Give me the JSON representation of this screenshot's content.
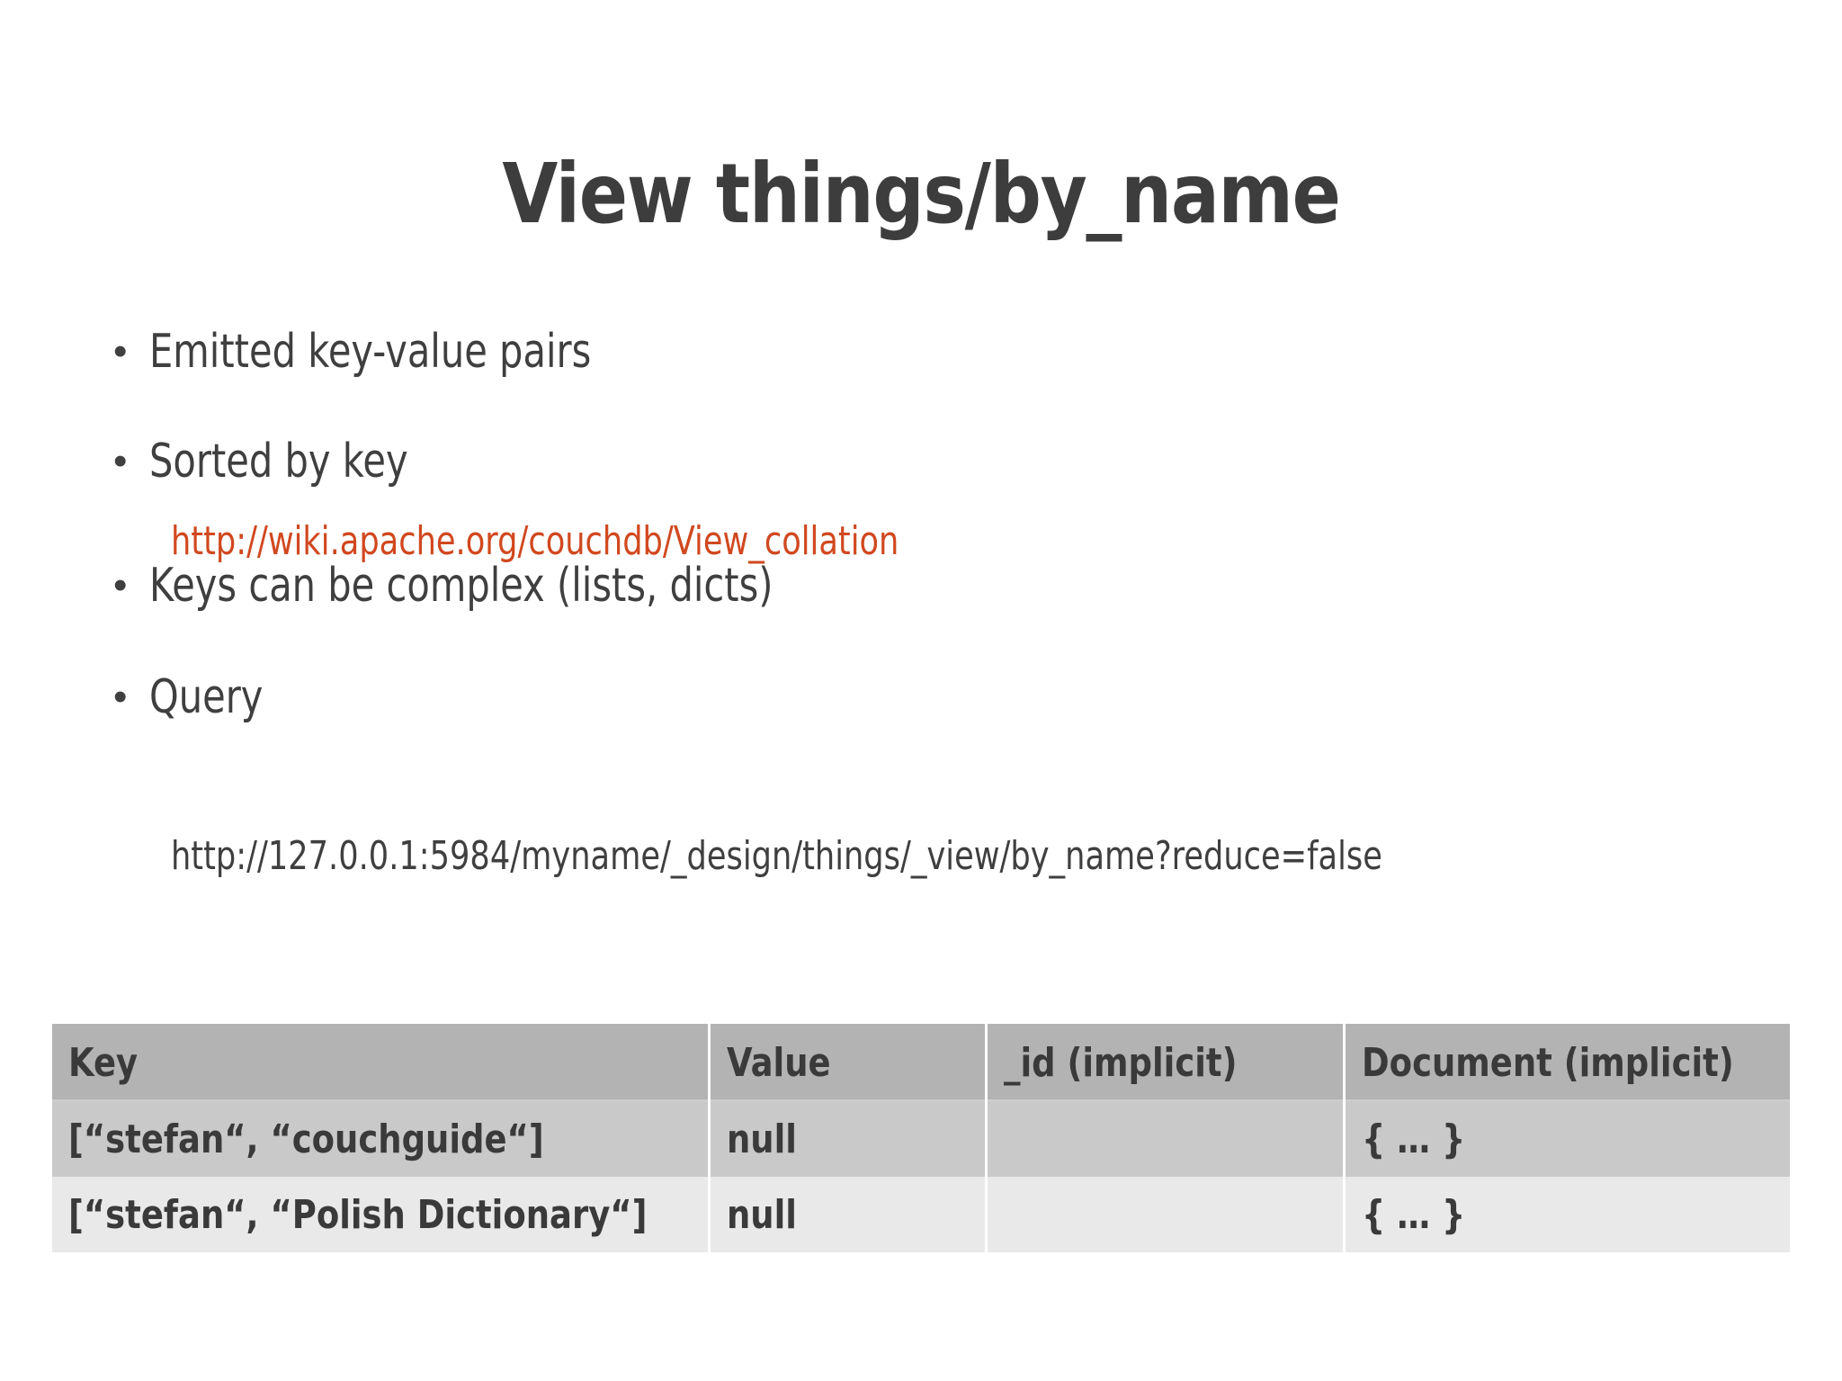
{
  "slide": {
    "title": "View things/by_name",
    "background_color": "#ffffff",
    "text_color": "#3f3f3f",
    "link_color": "#d1481f"
  },
  "bullets": [
    {
      "marker": "•",
      "text": "Emitted key-value pairs"
    },
    {
      "marker": "•",
      "text": "Sorted by key"
    },
    {
      "marker": "•",
      "text": "Keys can be complex (lists, dicts)"
    },
    {
      "marker": "•",
      "text": "Query"
    }
  ],
  "links": {
    "collation_url": "http://wiki.apache.org/couchdb/View_collation",
    "query_url": "http://127.0.0.1:5984/myname/_design/things/_view/by_name?reduce=false"
  },
  "table": {
    "headers": [
      "Key",
      "Value",
      "_id (implicit)",
      "Document (implicit)"
    ],
    "header_bg": "#b3b3b3",
    "row_bgs": [
      "#c9c9c9",
      "#e9e9e9"
    ],
    "rows": [
      [
        "[“stefan“, “couchguide“]",
        "null",
        "",
        "{ … }"
      ],
      [
        "[“stefan“, “Polish Dictionary“]",
        "null",
        "",
        "{ … }"
      ]
    ]
  }
}
